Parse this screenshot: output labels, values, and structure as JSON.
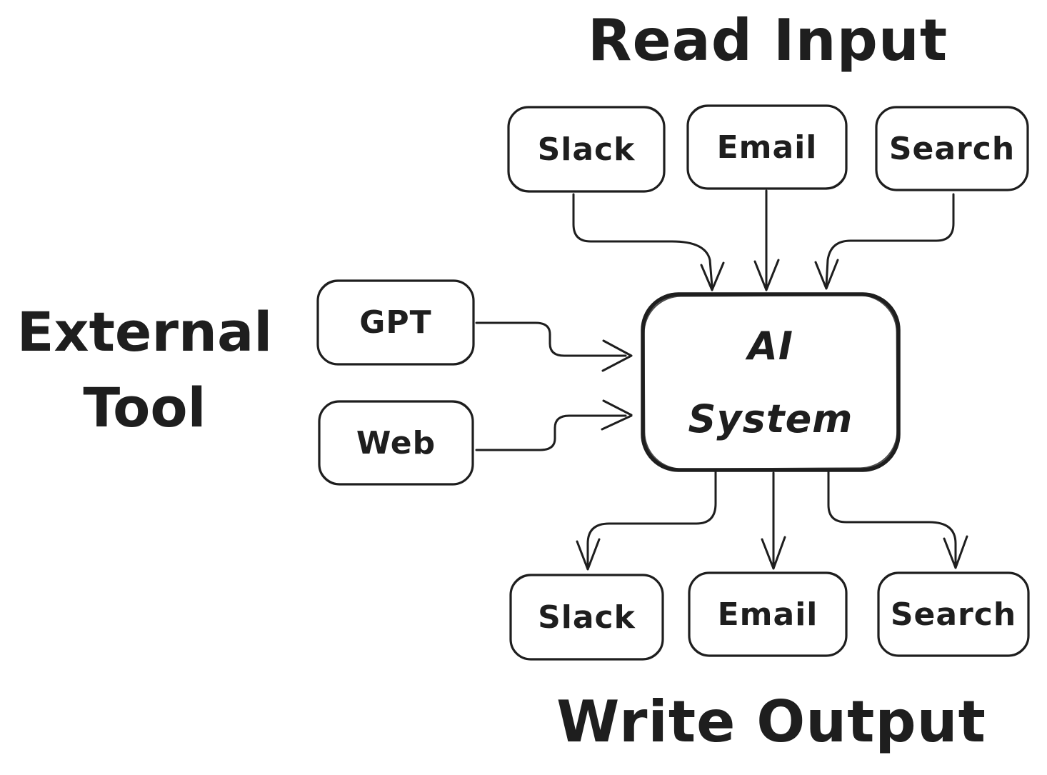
{
  "canvas": {
    "background": "#ffffff",
    "stroke_color": "#1e1e1e"
  },
  "titles": {
    "read_input": "Read Input",
    "write_output": "Write Output",
    "external_tool_line1": "External",
    "external_tool_line2": "Tool"
  },
  "nodes": {
    "center": {
      "line1": "AI",
      "line2": "System"
    },
    "inputs": [
      {
        "label": "Slack"
      },
      {
        "label": "Email"
      },
      {
        "label": "Search"
      }
    ],
    "externals": [
      {
        "label": "GPT"
      },
      {
        "label": "Web"
      }
    ],
    "outputs": [
      {
        "label": "Slack"
      },
      {
        "label": "Email"
      },
      {
        "label": "Search"
      }
    ]
  }
}
